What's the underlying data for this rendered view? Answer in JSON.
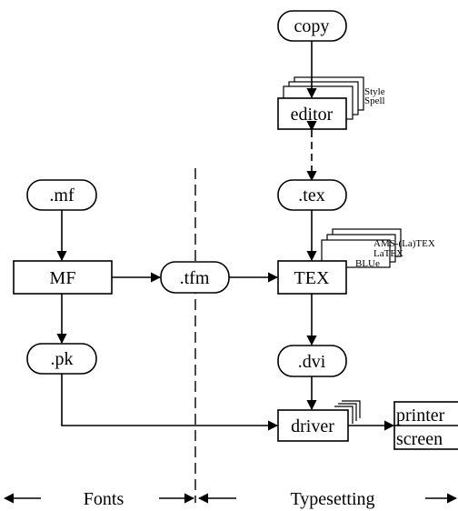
{
  "nodes": {
    "copy": "copy",
    "editor": "editor",
    "tex_file": ".tex",
    "tex": "TEX",
    "dvi": ".dvi",
    "driver": "driver",
    "mf_file": ".mf",
    "mf": "MF",
    "tfm": ".tfm",
    "pk": ".pk",
    "printer": "printer",
    "screen": "screen"
  },
  "editor_tools": {
    "style": "Style",
    "spell": "Spell"
  },
  "tex_formats": {
    "amstex": "AMS-(La)TEX",
    "latex": "LaTEX",
    "blue": "BLUe"
  },
  "sections": {
    "fonts": "Fonts",
    "typesetting": "Typesetting"
  }
}
